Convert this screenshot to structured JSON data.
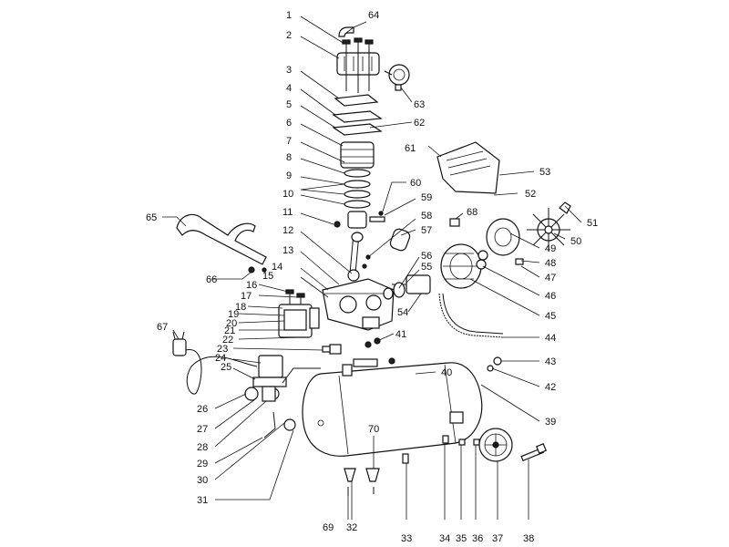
{
  "labels": {
    "n1": "1",
    "n2": "2",
    "n3": "3",
    "n4": "4",
    "n5": "5",
    "n6": "6",
    "n7": "7",
    "n8": "8",
    "n9": "9",
    "n10": "10",
    "n11": "11",
    "n12": "12",
    "n13": "13",
    "n14": "14",
    "n15": "15",
    "n16": "16",
    "n17": "17",
    "n18": "18",
    "n19": "19",
    "n20": "20",
    "n21": "21",
    "n22": "22",
    "n23": "23",
    "n24": "24",
    "n25": "25",
    "n26": "26",
    "n27": "27",
    "n28": "28",
    "n29": "29",
    "n30": "30",
    "n31": "31",
    "n32": "32",
    "n33": "33",
    "n34": "34",
    "n35": "35",
    "n36": "36",
    "n37": "37",
    "n38": "38",
    "n39": "39",
    "n40": "40",
    "n41": "41",
    "n42": "42",
    "n43": "43",
    "n44": "44",
    "n45": "45",
    "n46": "46",
    "n47": "47",
    "n48": "48",
    "n49": "49",
    "n50": "50",
    "n51": "51",
    "n52": "52",
    "n53": "53",
    "n54": "54",
    "n55": "55",
    "n56": "56",
    "n57": "57",
    "n58": "58",
    "n59": "59",
    "n60": "60",
    "n61": "61",
    "n62": "62",
    "n63": "63",
    "n64": "64",
    "n65": "65",
    "n66": "66",
    "n67": "67",
    "n68": "68",
    "n69": "69",
    "n70": "70"
  },
  "colors": {
    "line": "#111111",
    "background": "#ffffff"
  }
}
